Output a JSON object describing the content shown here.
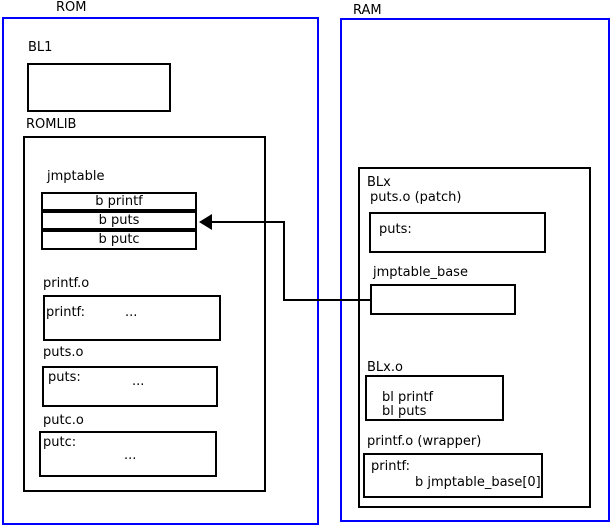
{
  "colors": {
    "frame_blue": "#0000ff",
    "line_black": "#000000",
    "background": "#ffffff"
  },
  "rom": {
    "label": "ROM",
    "bl1": {
      "label": "BL1"
    },
    "romlib": {
      "label": "ROMLIB",
      "jmptable": {
        "label": "jmptable",
        "rows": [
          "b printf",
          "b puts",
          "b putc"
        ]
      },
      "printf_o": {
        "label": "printf.o",
        "symbol": "printf:",
        "body": "..."
      },
      "puts_o": {
        "label": "puts.o",
        "symbol": "puts:",
        "body": "..."
      },
      "putc_o": {
        "label": "putc.o",
        "symbol": "putc:",
        "body": "..."
      }
    }
  },
  "ram": {
    "label": "RAM",
    "blx": {
      "label": "BLx",
      "puts_patch": {
        "label": "puts.o (patch)",
        "symbol": "puts:"
      },
      "jmptable_base": {
        "label": "jmptable_base"
      },
      "blx_o": {
        "label": "BLx.o",
        "line1": "bl printf",
        "line2": "bl puts"
      },
      "printf_wrapper": {
        "label": "printf.o (wrapper)",
        "symbol": "printf:",
        "body": "b jmptable_base[0]"
      }
    }
  }
}
